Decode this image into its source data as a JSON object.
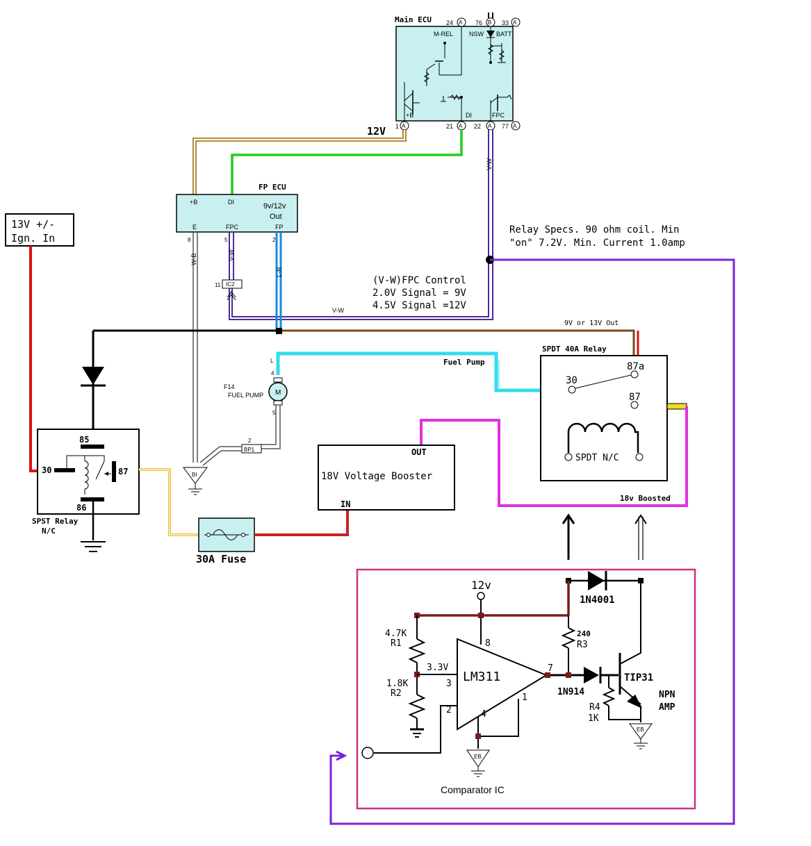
{
  "main_ecu": {
    "title": "Main ECU",
    "pins_top": [
      {
        "num": "24",
        "letter": "A"
      },
      {
        "num": "76",
        "letter": "B"
      },
      {
        "num": "33",
        "letter": "A"
      }
    ],
    "pins_bottom": [
      {
        "num": "1",
        "letter": "A"
      },
      {
        "num": "21",
        "letter": "A"
      },
      {
        "num": "22",
        "letter": "A"
      },
      {
        "num": "77",
        "letter": "A"
      }
    ],
    "labels": {
      "mrel": "M-REL",
      "nsw": "NSW",
      "batt": "BATT",
      "plusb": "+B",
      "di": "DI",
      "fpc": "FPC"
    }
  },
  "wire_12v": "12V",
  "wire_vw_vertical": "V-W",
  "fp_ecu": {
    "title": "FP ECU",
    "labels": {
      "plusb": "+B",
      "di": "DI",
      "out1": "9v/12v",
      "out2": "Out",
      "e": "E",
      "fpc": "FPC",
      "fp": "FP"
    },
    "pins": {
      "e": "8",
      "fpc": "5",
      "fp": "2"
    }
  },
  "wire_labels": {
    "wb": "W-B",
    "vw": "V-W",
    "lr": "L-R",
    "vw_h": "V-W",
    "l": "L"
  },
  "ic2": {
    "num": "11",
    "label": "IC2"
  },
  "ign_input": {
    "line1": "13V +/-",
    "line2": "Ign. In"
  },
  "relay_specs": {
    "line1": "Relay Specs. 90 ohm coil. Min",
    "line2": "\"on\" 7.2V. Min. Current 1.0amp"
  },
  "fpc_control": {
    "line1": "(V-W)FPC Control",
    "line2": "2.0V Signal = 9V",
    "line3": "4.5V Signal =12V"
  },
  "out_label": "9V or 13V Out",
  "fuel_pump": {
    "wire_label": "Fuel Pump",
    "code": "F14",
    "name": "FUEL PUMP",
    "motor": "M",
    "pin_top": "4",
    "pin_bottom": "5",
    "bp_num": "2",
    "bp_label": "BP1",
    "bi_label": "BI"
  },
  "spdt_relay": {
    "title": "SPDT 40A Relay",
    "t30": "30",
    "t87a": "87a",
    "t87": "87",
    "nc": "SPDT N/C"
  },
  "spst_relay": {
    "t85": "85",
    "t30": "30",
    "t87": "87",
    "t86": "86",
    "label1": "SPST Relay",
    "label2": "N/C"
  },
  "booster": {
    "out": "OUT",
    "title": "18V Voltage Booster",
    "in": "IN"
  },
  "boosted_label": "18v Boosted",
  "fuse_label": "30A Fuse",
  "comparator": {
    "supply": "12v",
    "diode": "1N4001",
    "r1_val": "4.7K",
    "r1": "R1",
    "r2_val": "1.8K",
    "r2": "R2",
    "vref": "3.3V",
    "ic": "LM311",
    "pin8": "8",
    "pin3": "3",
    "pin2": "2",
    "pin4": "4",
    "pin7": "7",
    "pin1": "1",
    "r3_val": "240",
    "r3": "R3",
    "diode2": "1N914",
    "transistor": "TIP31",
    "npn1": "NPN",
    "npn2": "AMP",
    "r4": "R4",
    "r4_val": "1K",
    "gnd1": "EB",
    "gnd2": "EB",
    "caption": "Comparator IC"
  }
}
